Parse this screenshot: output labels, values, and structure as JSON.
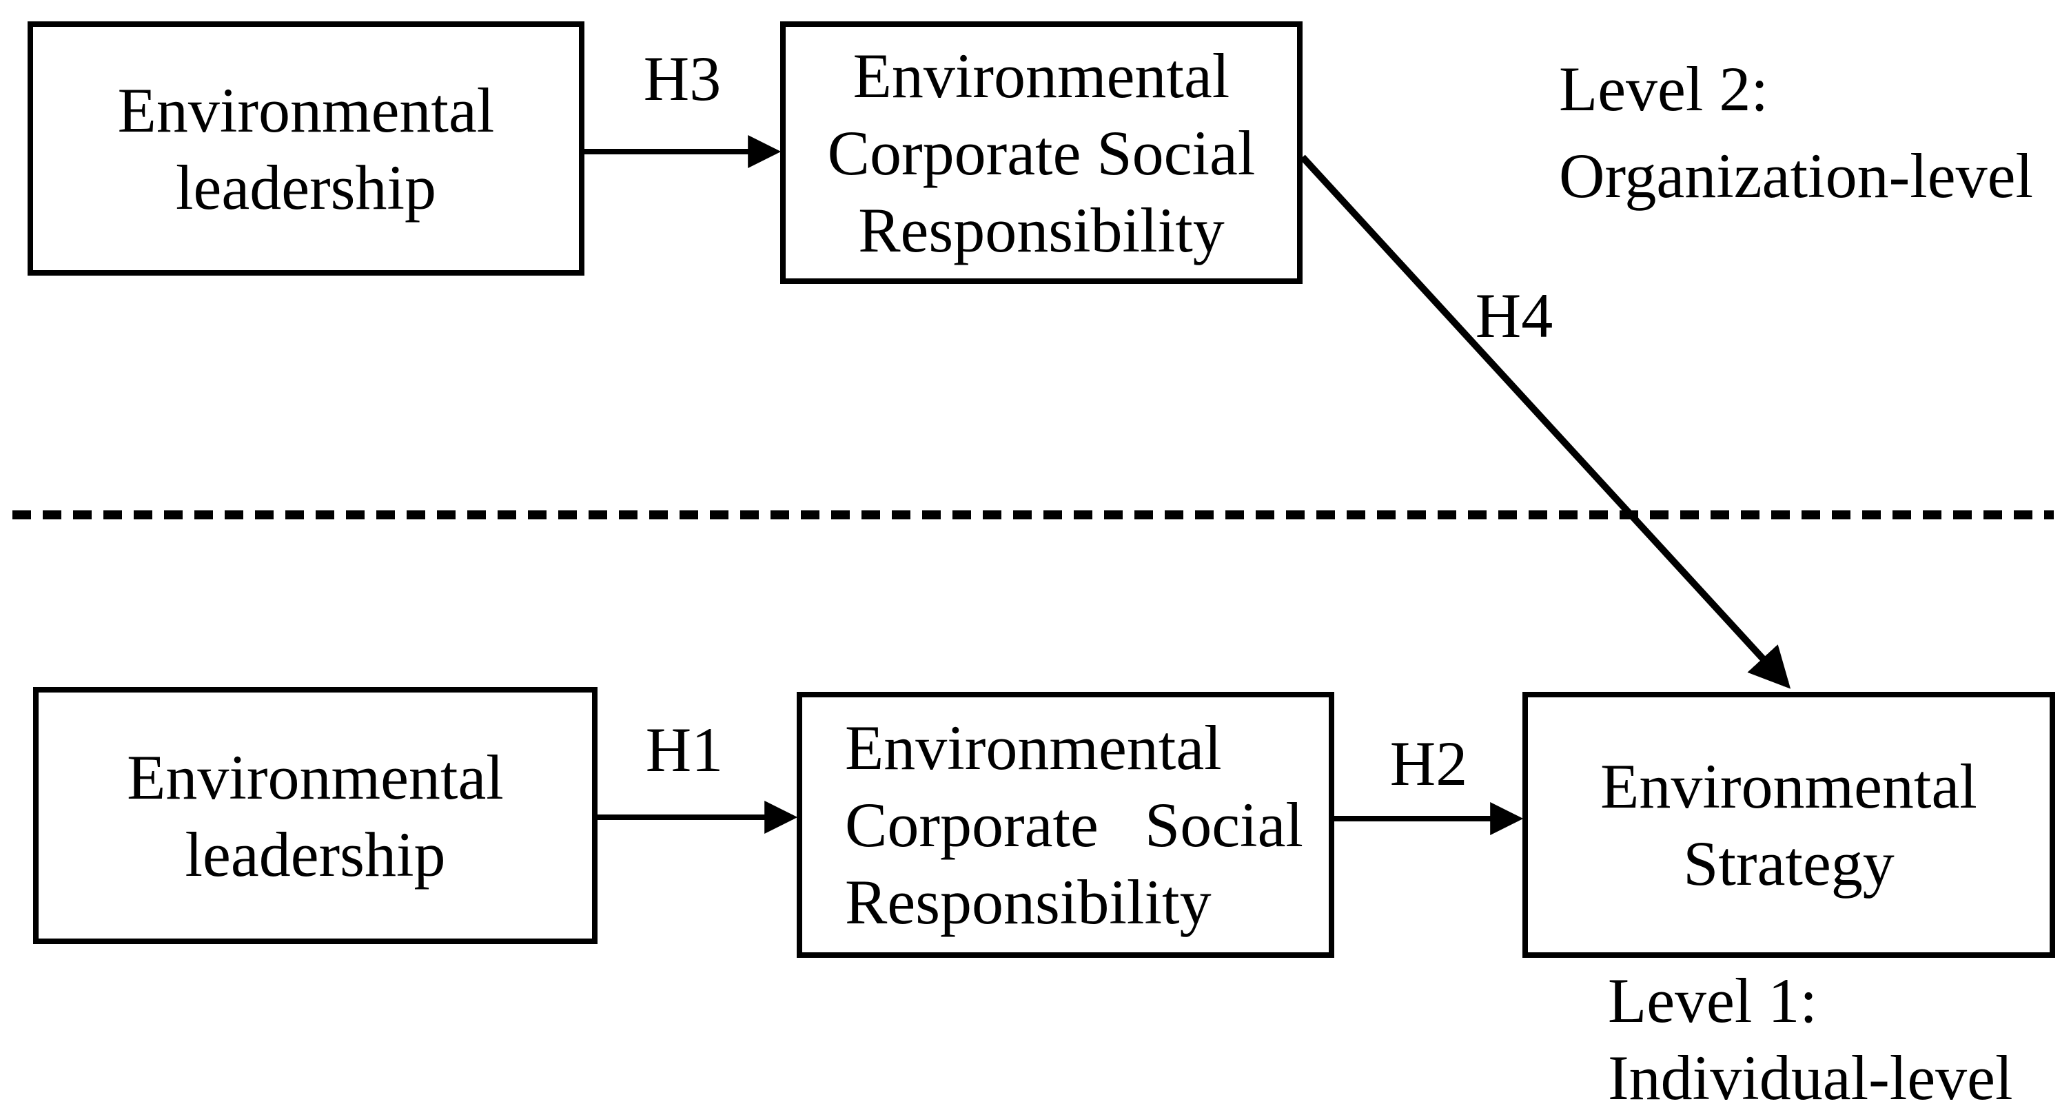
{
  "canvas": {
    "background_color": "#ffffff",
    "ink_color": "#000000"
  },
  "boxes": {
    "org_leadership": {
      "lines": [
        "Environmental",
        "leadership"
      ]
    },
    "org_csr": {
      "lines": [
        "Environmental",
        "Corporate Social",
        "Responsibility"
      ]
    },
    "ind_leadership": {
      "lines": [
        "Environmental",
        "leadership"
      ]
    },
    "ind_csr": {
      "lines": [
        "Environmental",
        "Corporate Social",
        "Responsibility"
      ]
    },
    "ind_strategy": {
      "lines": [
        "Environmental",
        "Strategy"
      ]
    }
  },
  "hypotheses": {
    "h1": "H1",
    "h2": "H2",
    "h3": "H3",
    "h4": "H4"
  },
  "levels": {
    "level2": {
      "lines": [
        "Level 2:",
        "Organization-level"
      ]
    },
    "level1": {
      "lines": [
        "Level 1:",
        "Individual-level"
      ]
    }
  }
}
